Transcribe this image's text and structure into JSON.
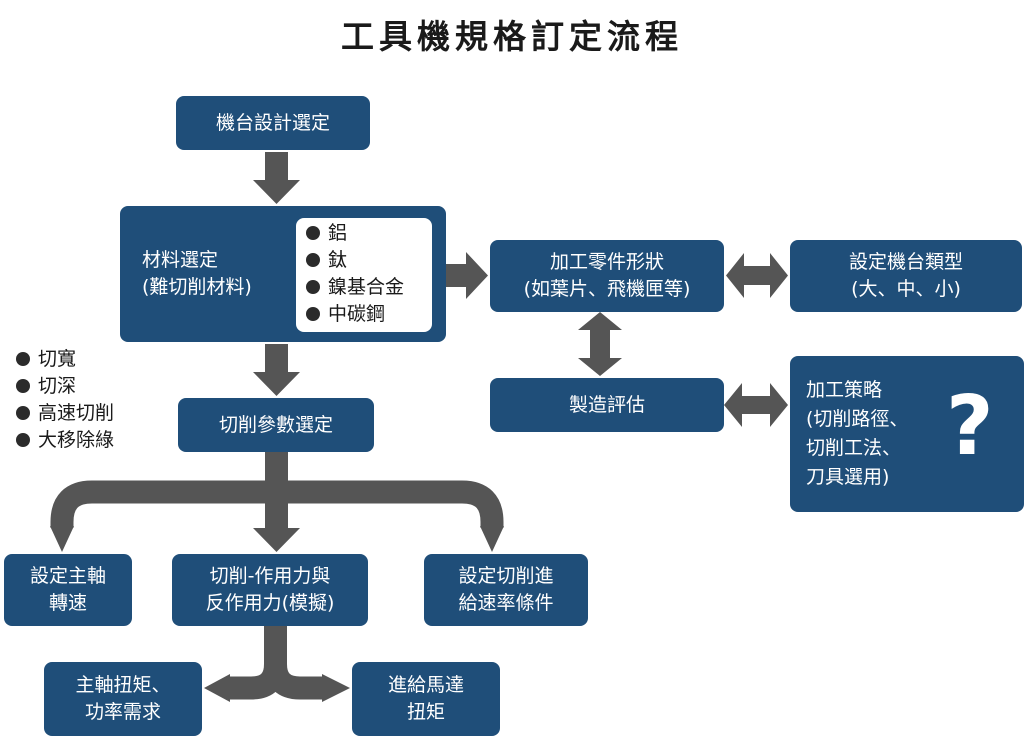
{
  "title": "工具機規格訂定流程",
  "colors": {
    "box": "#1f4e79",
    "arrow": "#555555",
    "text": "#ffffff"
  },
  "nodes": {
    "machine_design": {
      "lines": [
        "機台設計選定"
      ]
    },
    "material": {
      "lines": [
        "材料選定",
        "(難切削材料)"
      ],
      "items": [
        "鋁",
        "鈦",
        "鎳基合金",
        "中碳鋼"
      ]
    },
    "part_shape": {
      "lines": [
        "加工零件形狀",
        "(如葉片、飛機匣等)"
      ]
    },
    "machine_type": {
      "lines": [
        "設定機台類型",
        "(大、中、小)"
      ]
    },
    "manufacturing_eval": {
      "lines": [
        "製造評估"
      ]
    },
    "strategy": {
      "lines": [
        "加工策略",
        "(切削路徑、",
        "切削工法、",
        "刀具選用)"
      ],
      "mark": "?"
    },
    "cutting_params": {
      "lines": [
        "切削參數選定"
      ],
      "items": [
        "切寬",
        "切深",
        "高速切削",
        "大移除綠"
      ]
    },
    "spindle": {
      "lines": [
        "設定主軸",
        "轉速"
      ]
    },
    "force": {
      "lines": [
        "切削-作用力與",
        "反作用力(模擬)"
      ]
    },
    "feed": {
      "lines": [
        "設定切削進",
        "給速率條件"
      ]
    },
    "torque": {
      "lines": [
        "主軸扭矩、",
        "功率需求"
      ]
    },
    "feed_motor": {
      "lines": [
        "進給馬達",
        "扭矩"
      ]
    }
  }
}
